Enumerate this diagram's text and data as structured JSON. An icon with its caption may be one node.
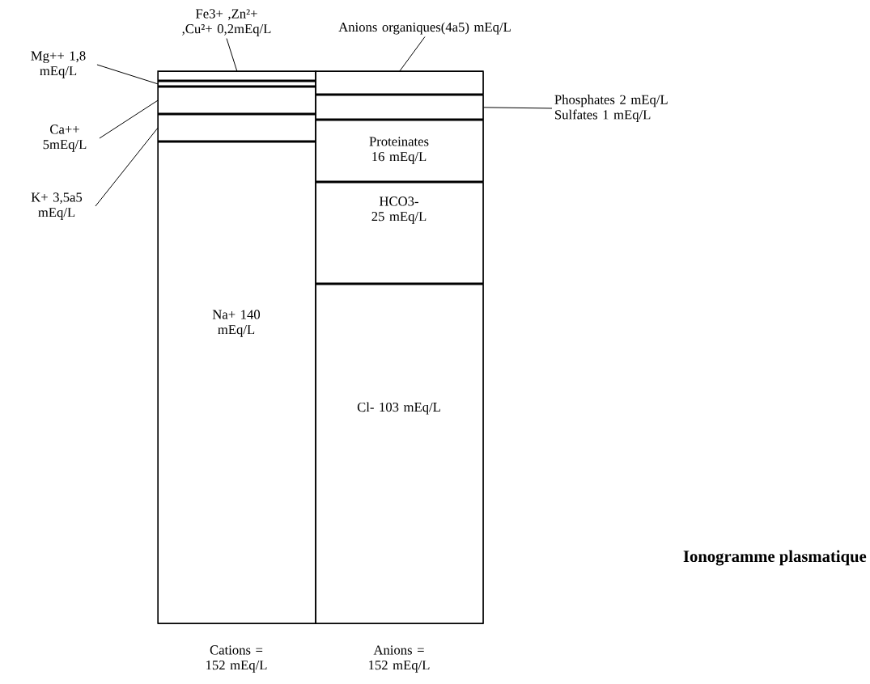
{
  "diagram": {
    "title": "Ionogramme plasmatique",
    "nodes": [
      {
        "text": [
          "Cations = 152 mEq/L"
        ]
      },
      {
        "text": [
          "Anions = 152 mEq/L"
        ]
      },
      {
        "text": [],
        "shape": "box",
        "in": 0
      },
      {
        "text": [],
        "shape": "box",
        "in": 0
      },
      {
        "text": [],
        "shape": "box",
        "in": 0
      },
      {
        "text": [],
        "shape": "box",
        "in": 0
      },
      {
        "text": [
          "Na+ 140 mEq/L"
        ],
        "in": 0
      },
      {
        "text": [],
        "shape": "box",
        "in": 1
      },
      {
        "text": [],
        "shape": "box",
        "in": 1
      },
      {
        "text": [
          "Proteinates 16 mEq/L"
        ],
        "in": 1
      },
      {
        "text": [
          "HCO3- 25 mEq/L"
        ],
        "in": 1
      },
      {
        "text": [
          "Cl- 103 mEq/L"
        ],
        "in": 1
      },
      {
        "text": [
          "Fe3+ ,Zn²+ ,Cu²+ 0,2mEq/L"
        ]
      },
      {
        "text": [
          "Mg++ 1,8 mEq/L"
        ]
      },
      {
        "text": [
          "Ca++ 5mEq/L"
        ]
      },
      {
        "text": [
          "K+ 3,5a5 mEq/L"
        ]
      },
      {
        "text": [
          "Anions organiques(4a5) mEq/L"
        ]
      },
      {
        "text": [
          "Phosphates 2 mEq/L Sulfates 1 mEq/L"
        ]
      }
    ],
    "edges": [
      {
        "from": 12,
        "to": 2,
        "arrow": "none"
      },
      {
        "from": 13,
        "to": 3,
        "arrow": "none"
      },
      {
        "from": 14,
        "to": 4,
        "arrow": "none"
      },
      {
        "from": 15,
        "to": 5,
        "arrow": "none"
      },
      {
        "from": 16,
        "to": 7,
        "arrow": "none"
      },
      {
        "from": 17,
        "to": 8,
        "arrow": "none"
      }
    ]
  }
}
